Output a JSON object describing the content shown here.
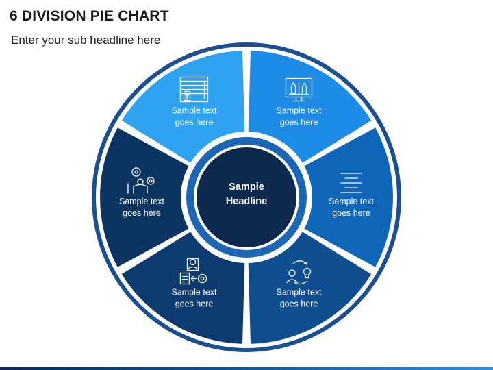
{
  "slide": {
    "title": "6 DIVISION PIE CHART",
    "subtitle": "Enter your sub headline here"
  },
  "center": {
    "line1": "Sample",
    "line2": "Headline",
    "color": "#0d2a4e"
  },
  "segments": [
    {
      "id": "top-left",
      "color": "#2fa3ef",
      "icon": "window-blinds-icon",
      "text1": "Sample text",
      "text2": "goes here"
    },
    {
      "id": "top-right",
      "color": "#1e8be6",
      "icon": "design-monitor-icon",
      "text1": "Sample text",
      "text2": "goes here"
    },
    {
      "id": "right",
      "color": "#0f66b8",
      "icon": "align-center-text-icon",
      "text1": "Sample text",
      "text2": "goes here"
    },
    {
      "id": "bottom-right",
      "color": "#0f4f8f",
      "icon": "person-idea-cycle-icon",
      "text1": "Sample text",
      "text2": "goes here"
    },
    {
      "id": "bottom-left",
      "color": "#0d3b70",
      "icon": "person-settings-document-icon",
      "text1": "Sample text",
      "text2": "goes here"
    },
    {
      "id": "left",
      "color": "#0c3460",
      "icon": "brain-gear-person-icon",
      "text1": "Sample text",
      "text2": "goes here"
    }
  ],
  "ring_color": "#1d66b4",
  "outer_ring_color": "#1a4f90"
}
